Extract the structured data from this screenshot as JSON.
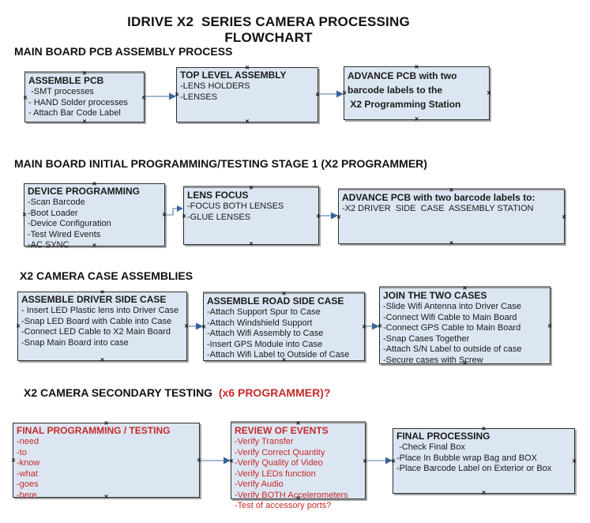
{
  "title": "IDRIVE X2  SERIES CAMERA PROCESSING FLOWCHART",
  "glyphs": {
    "connection_point": "×"
  },
  "colors": {
    "box_fill": "#dce6f2",
    "box_border": "#2f2f2f",
    "box_shadow": "#a6a6a6",
    "box_top_shadow": "#8c8c8c",
    "arrow_line": "#8ba1bf",
    "arrow_head": "#3a639e",
    "red_text": "#c52a2a",
    "text": "#1a1a1a",
    "background": "#ffffff"
  },
  "sections": [
    {
      "label": "MAIN BOARD PCB ASSEMBLY PROCESS",
      "boxes": [
        {
          "id": "assemble-pcb",
          "title": "ASSEMBLE PCB",
          "items": [
            " -SMT processes",
            "- HAND Solder processes",
            "- Attach Bar Code Label"
          ]
        },
        {
          "id": "top-level-assembly",
          "title": "TOP LEVEL ASSEMBLY",
          "items": [
            "-LENS HOLDERS",
            "-LENSES"
          ]
        },
        {
          "id": "advance-pcb-programming-station",
          "title": "ADVANCE PCB with two",
          "items": [
            "barcode labels to the",
            " X2 Programming Station"
          ]
        }
      ]
    },
    {
      "label": "MAIN BOARD INITIAL PROGRAMMING/TESTING STAGE 1 (X2 PROGRAMMER)",
      "boxes": [
        {
          "id": "device-programming",
          "title": "DEVICE PROGRAMMING",
          "items": [
            "-Scan Barcode",
            "-Boot Loader",
            "-Device Configuration",
            "-Test Wired Events",
            "-AC SYNC"
          ]
        },
        {
          "id": "lens-focus",
          "title": "LENS FOCUS",
          "items": [
            "-FOCUS BOTH LENSES",
            "-GLUE LENSES"
          ]
        },
        {
          "id": "advance-pcb-driver-side",
          "title": "ADVANCE PCB with two barcode labels to:",
          "items": [
            "-X2 DRIVER  SIDE  CASE  ASSEMBLY STATION"
          ]
        }
      ]
    },
    {
      "label": "X2 CAMERA CASE ASSEMBLIES",
      "boxes": [
        {
          "id": "assemble-driver-side-case",
          "title": "ASSEMBLE DRIVER SIDE CASE",
          "items": [
            "- Insert LED Plastic lens into Driver Case",
            "-Snap LED Board with Cable into Case",
            "-Connect LED Cable to X2 Main Board",
            "-Snap Main Board into case"
          ]
        },
        {
          "id": "assemble-road-side-case",
          "title": "ASSEMBLE ROAD SIDE CASE",
          "items": [
            "-Attach Support Spur to Case",
            "-Attach Windshield Support",
            "-Attach Wifi Assembly to Case",
            "-Insert GPS Module into Case",
            "-Attach Wifi Label to Outside of Case"
          ]
        },
        {
          "id": "join-the-two-cases",
          "title": "JOIN THE TWO CASES",
          "items": [
            "-Slide Wifi Antenna into Driver Case",
            "-Connect Wifi Cable to Main Board",
            "-Connect GPS Cable to Main Board",
            "-Snap Cases Together",
            "-Attach S/N Label to outside of case",
            "-Secure cases with Screw"
          ]
        }
      ]
    },
    {
      "label": "X2 CAMERA SECONDARY TESTING  ",
      "label_red": "(x6 PROGRAMMER)?",
      "boxes": [
        {
          "id": "final-programming-testing",
          "title": "FINAL PROGRAMMING / TESTING",
          "items": [
            "-need",
            "-to",
            "-know",
            "-what",
            "-goes",
            "-here"
          ]
        },
        {
          "id": "review-of-events",
          "title": "REVIEW OF EVENTS",
          "items": [
            "-Verify Transfer",
            "-Verify Correct Quantity",
            "-Verify Quality of Video",
            "-Verify LEDs function",
            "-Verify Audio",
            "-Verify BOTH Accelerometers",
            "-Test of accessory ports?"
          ]
        },
        {
          "id": "final-processing",
          "title": "FINAL PROCESSING",
          "items": [
            " -Check Final Box",
            "-Place In Bubble wrap Bag and BOX",
            "-Place Barcode Label on Exterior or Box"
          ]
        }
      ]
    }
  ]
}
